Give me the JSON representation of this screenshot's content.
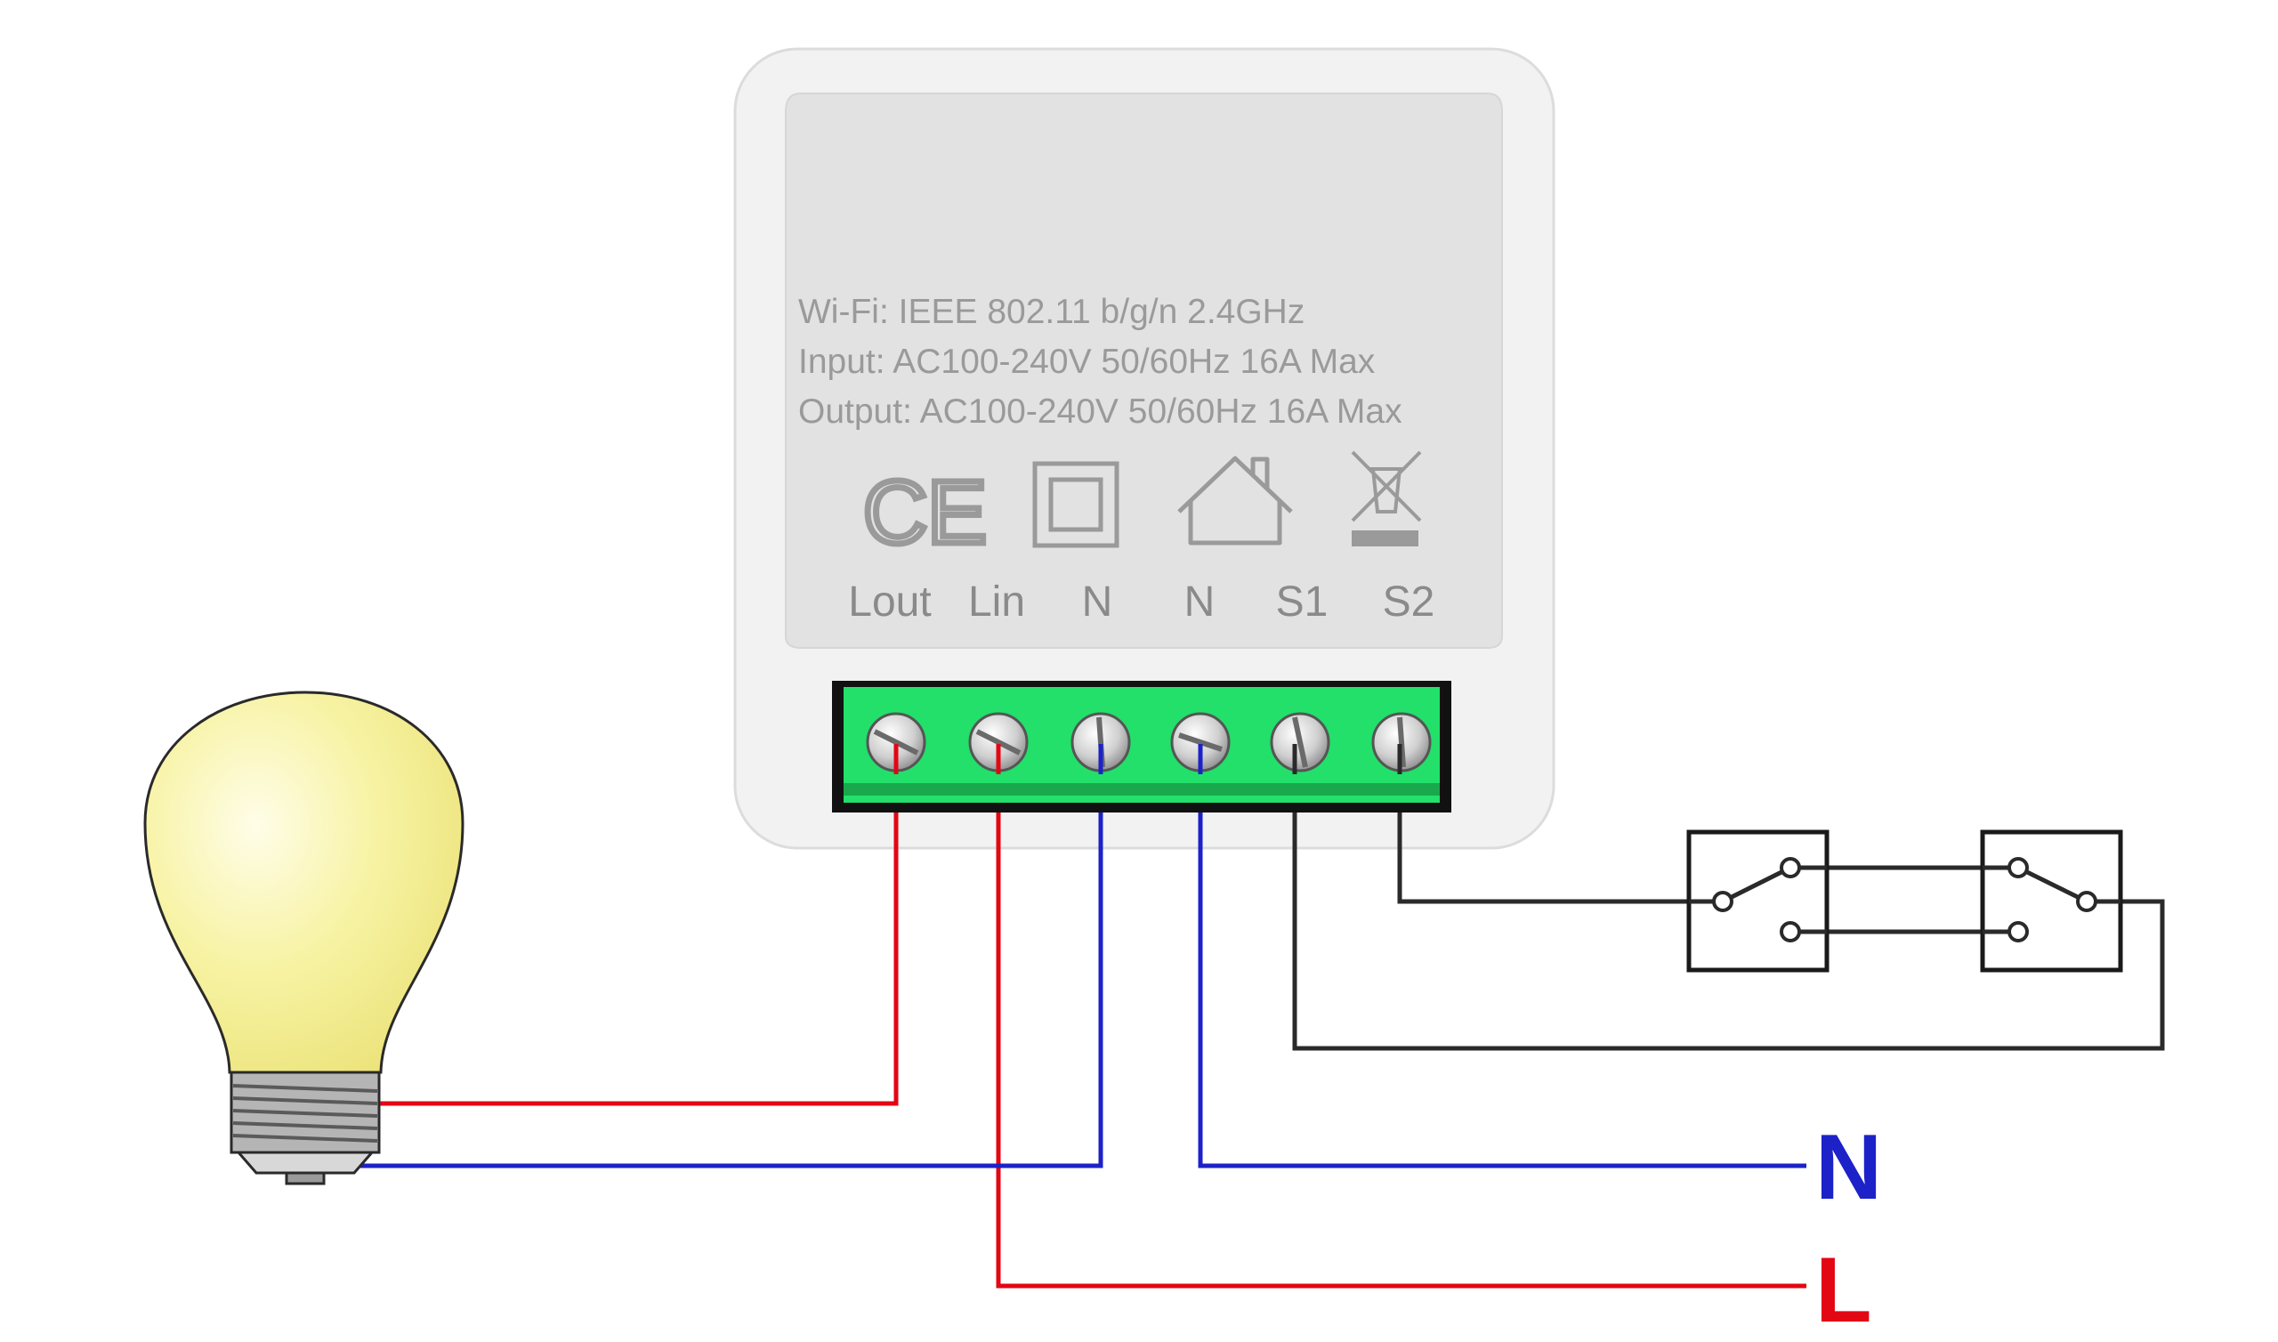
{
  "module": {
    "spec_lines": [
      "Wi-Fi: IEEE 802.11 b/g/n 2.4GHz",
      "Input: AC100-240V 50/60Hz 16A Max",
      "Output: AC100-240V 50/60Hz 16A Max"
    ],
    "ce_mark": "CE",
    "terminals": [
      "Lout",
      "Lin",
      "N",
      "N",
      "S1",
      "S2"
    ],
    "icons": [
      "ce-mark-icon",
      "double-insulation-icon",
      "indoor-use-house-icon",
      "weee-bin-icon"
    ]
  },
  "mains": {
    "neutral_label": "N",
    "live_label": "L"
  },
  "colors": {
    "live_wire": "#e30613",
    "neutral_wire": "#1c22c8",
    "switch_wire": "#2a2a2a",
    "terminal_block": "#22e06a",
    "bulb": "#f4ef8c",
    "module_body": "#f0f0f0",
    "label_text": "#9a9a9a"
  },
  "components": [
    "light-bulb",
    "smart-switch-module",
    "two-way-switch-1",
    "two-way-switch-2"
  ]
}
